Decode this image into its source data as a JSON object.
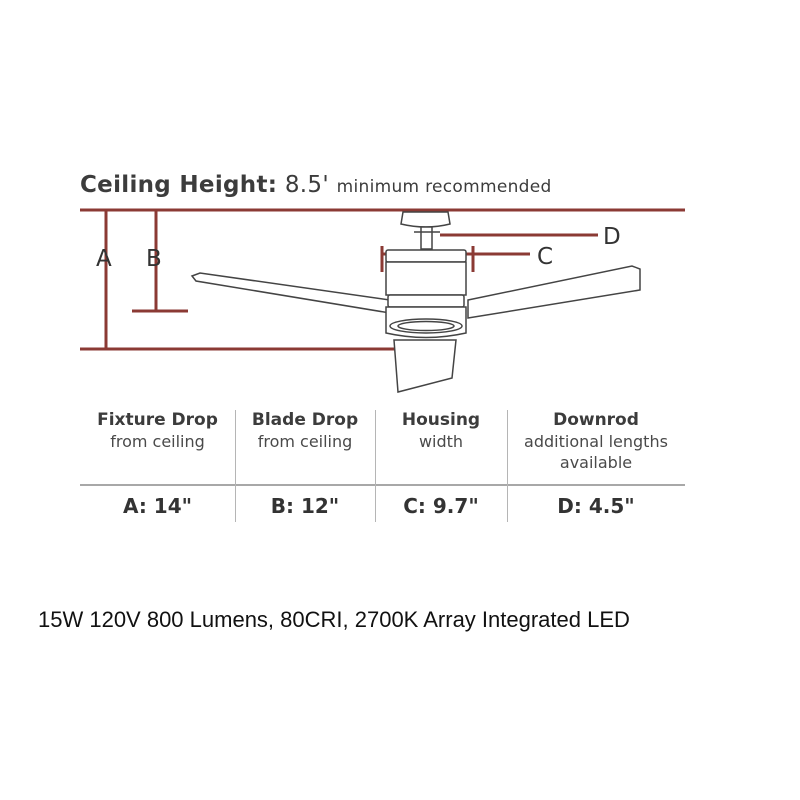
{
  "colors": {
    "dimension_line": "#8b3a34",
    "fan_outline": "#444444",
    "text": "#3a3a3a"
  },
  "ceiling": {
    "label": "Ceiling Height:",
    "value": "8.5'",
    "note": "minimum recommended"
  },
  "dimension_letters": {
    "a": "A",
    "b": "B",
    "c": "C",
    "d": "D"
  },
  "specs": [
    {
      "heading": "Fixture Drop",
      "subtitle": "from ceiling",
      "value": "A: 14\""
    },
    {
      "heading": "Blade Drop",
      "subtitle": "from ceiling",
      "value": "B: 12\""
    },
    {
      "heading": "Housing",
      "subtitle": "width",
      "value": "C: 9.7\""
    },
    {
      "heading": "Downrod",
      "subtitle": "additional lengths available",
      "value": "D: 4.5\""
    }
  ],
  "footer": "15W 120V 800 Lumens, 80CRI, 2700K Array Integrated LED"
}
